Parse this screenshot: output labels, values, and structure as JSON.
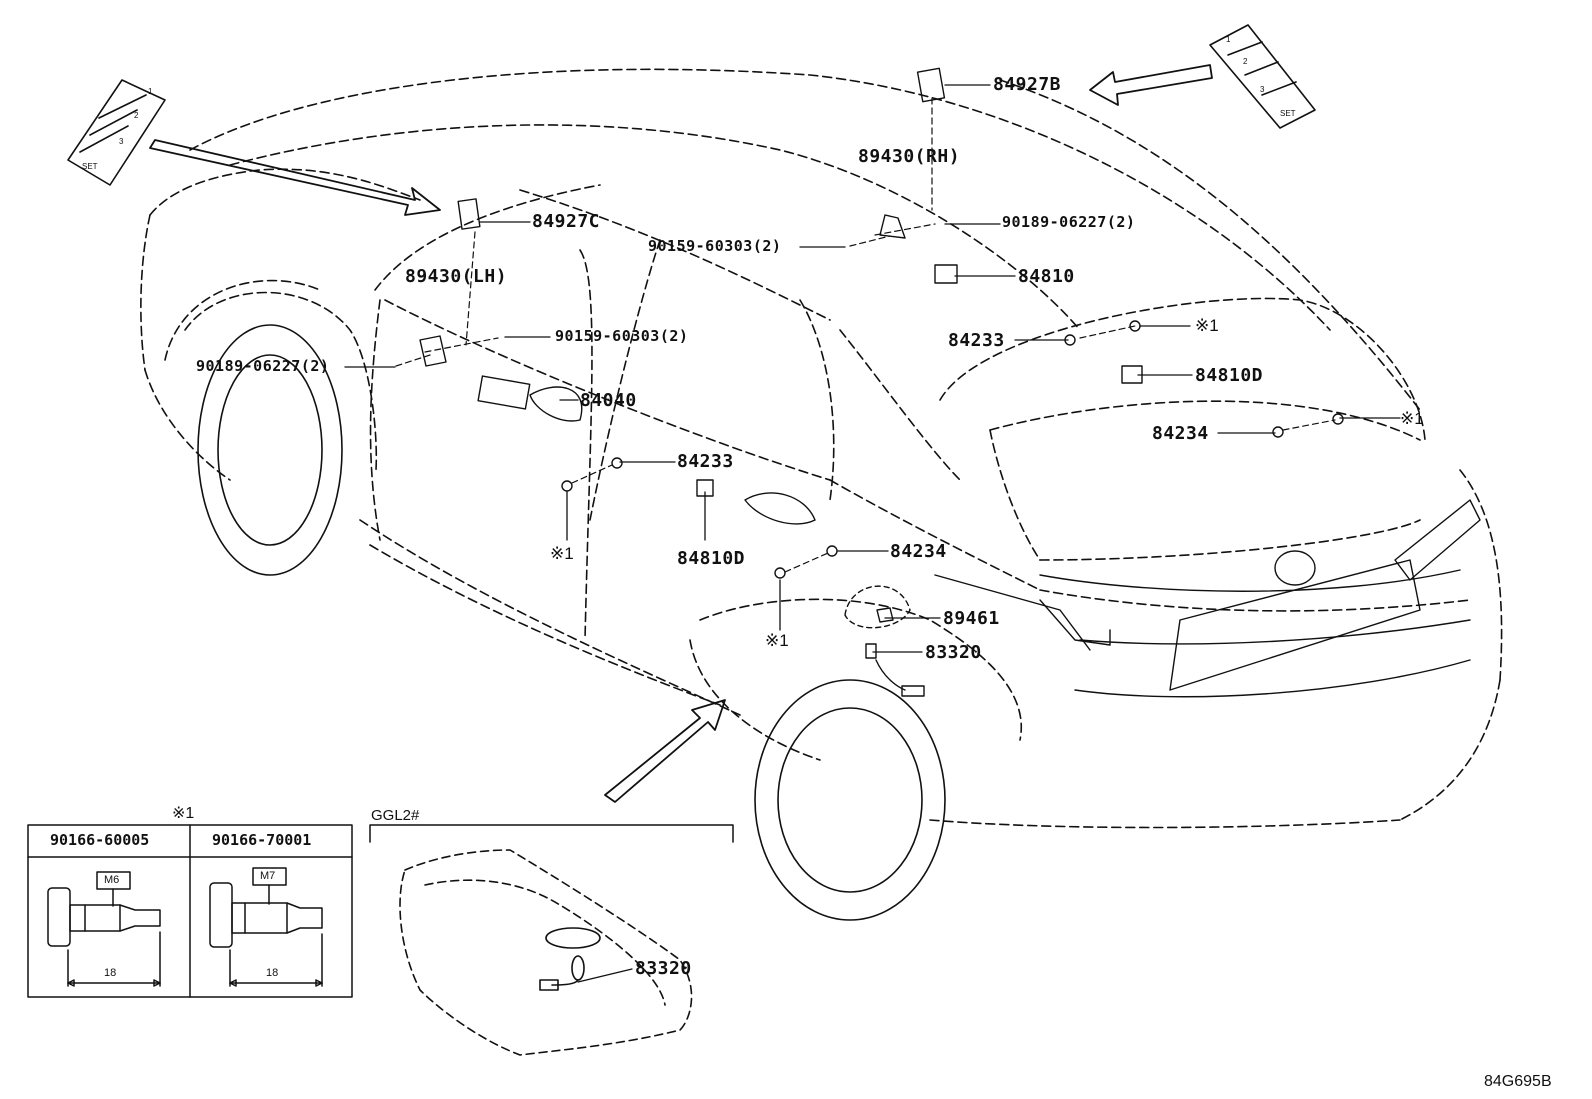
{
  "callouts": {
    "p84927B": "84927B",
    "p89430RH": "89430(RH)",
    "p84927C": "84927C",
    "p90189_06227_right": "90189-06227(2)",
    "p90159_60303_top": "90159-60303(2)",
    "p89430LH": "89430(LH)",
    "p84810": "84810",
    "p90159_60303_left": "90159-60303(2)",
    "p90189_06227_left": "90189-06227(2)",
    "p84233_right": "84233",
    "p84810D_right": "84810D",
    "p84040": "84040",
    "p84234_right": "84234",
    "p84233_center": "84233",
    "p84810D_center": "84810D",
    "p84234_center": "84234",
    "p89461": "89461",
    "p83320_main": "83320",
    "p83320_inset": "83320"
  },
  "marks": {
    "ref1_top_right": "※1",
    "ref1_mid_right": "※1",
    "ref1_left": "※1",
    "ref1_center": "※1"
  },
  "switch_panel": {
    "btn1": "1",
    "btn2": "2",
    "btn3": "3",
    "set": "SET"
  },
  "fastener_table": {
    "ref_mark": "※1",
    "col1_part": "90166-60005",
    "col1_thread": "M6",
    "col1_length": "18",
    "col2_part": "90166-70001",
    "col2_thread": "M7",
    "col2_length": "18"
  },
  "inset": {
    "label": "GGL2#"
  },
  "drawing_id": "84G695B"
}
